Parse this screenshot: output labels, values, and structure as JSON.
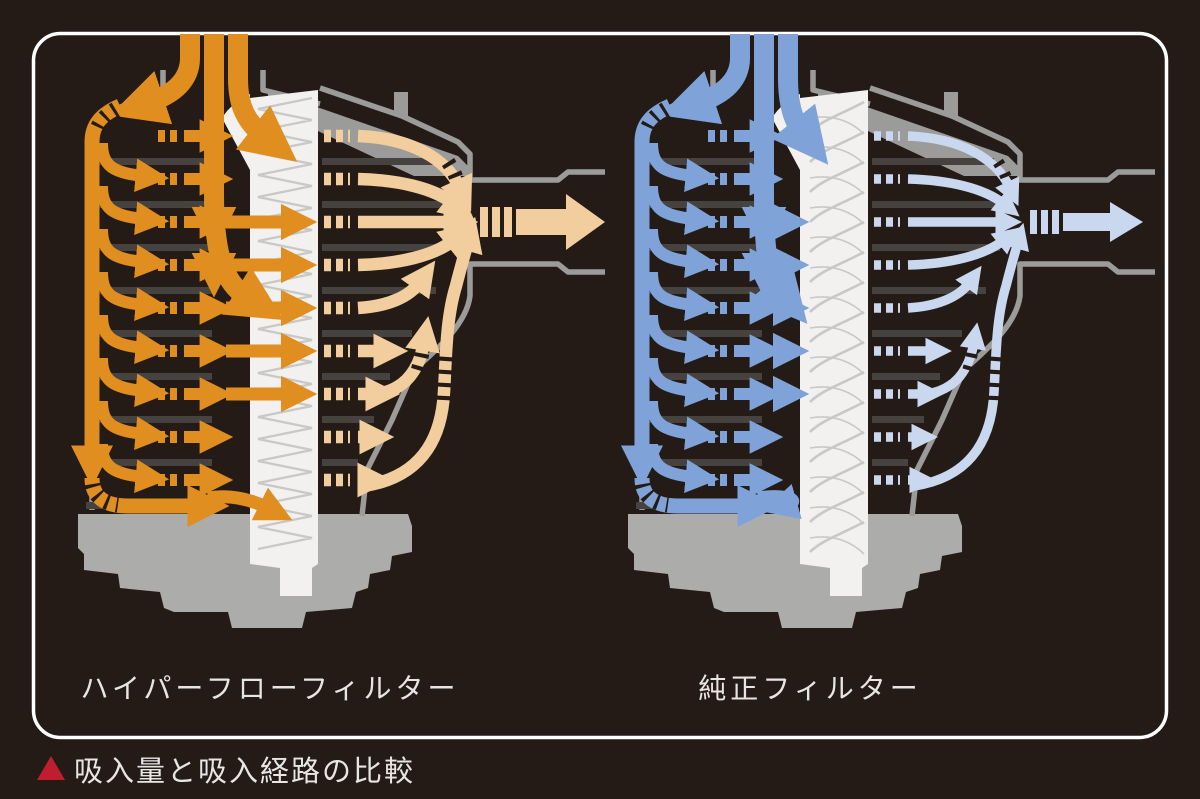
{
  "figure": {
    "type": "air-filter-airflow-comparison-diagram",
    "background_color": "#241B16",
    "frame_color": "#FFFFFF",
    "housing_color": "#9B9B99",
    "base_color": "#ACACAA",
    "slat_color": "#46423F",
    "filter_media_color": "#F2F1EF",
    "filter_pleat_line_color": "#C8C8C6",
    "panels": [
      {
        "id": "hyper-flow",
        "label": "ハイパーフローフィルター",
        "intake_arrow_color": "#DF8E1F",
        "filtered_arrow_color": "#F2CD9E",
        "filter_pattern": "fine-zigzag-pleats",
        "airflow_through_filter": "high",
        "outlet_arrow_size": "large"
      },
      {
        "id": "stock",
        "label": "純正フィルター",
        "intake_arrow_color": "#7FA3D8",
        "filtered_arrow_color": "#C9D8EF",
        "filter_pattern": "coarse-coil-pleats",
        "airflow_through_filter": "low",
        "outlet_arrow_size": "small"
      }
    ],
    "caption": {
      "marker_icon": "red-triangle",
      "marker_color": "#BE1E2D",
      "text": "吸入量と吸入経路の比較",
      "text_color": "#E8E6E3"
    }
  }
}
